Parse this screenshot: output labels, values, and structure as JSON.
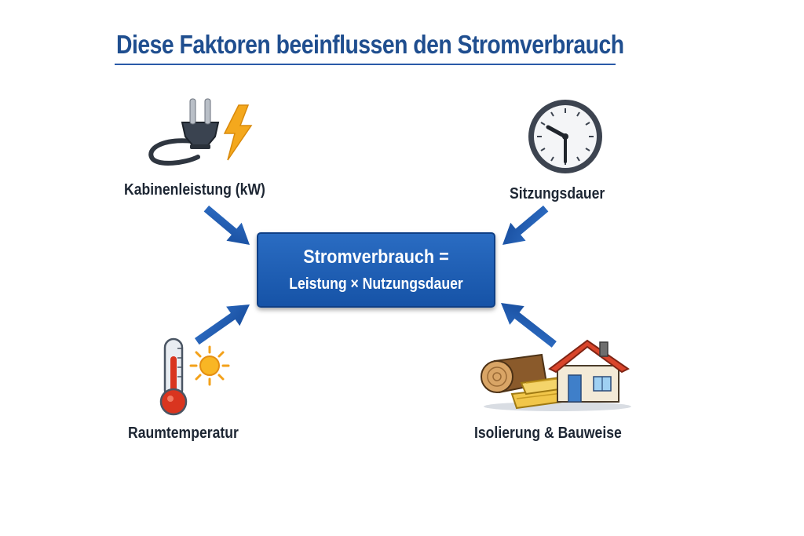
{
  "title": "Diese Faktoren beeinflussen den Stromverbrauch",
  "center": {
    "line1": "Stromverbrauch =",
    "line2": "Leistung × Nutzungsdauer"
  },
  "factors": [
    {
      "label": "Kabinenleistung (kW)",
      "icon": "power-plug-icon"
    },
    {
      "label": "Sitzungsdauer",
      "icon": "clock-icon"
    },
    {
      "label": "Raumtemperatur",
      "icon": "thermometer-sun-icon"
    },
    {
      "label": "Isolierung & Bauweise",
      "icon": "house-insulation-icon"
    }
  ],
  "colors": {
    "title": "#1f4e8f",
    "box": "#1d5eb5",
    "arrow": "#1a56a8",
    "label": "#1d2633"
  }
}
